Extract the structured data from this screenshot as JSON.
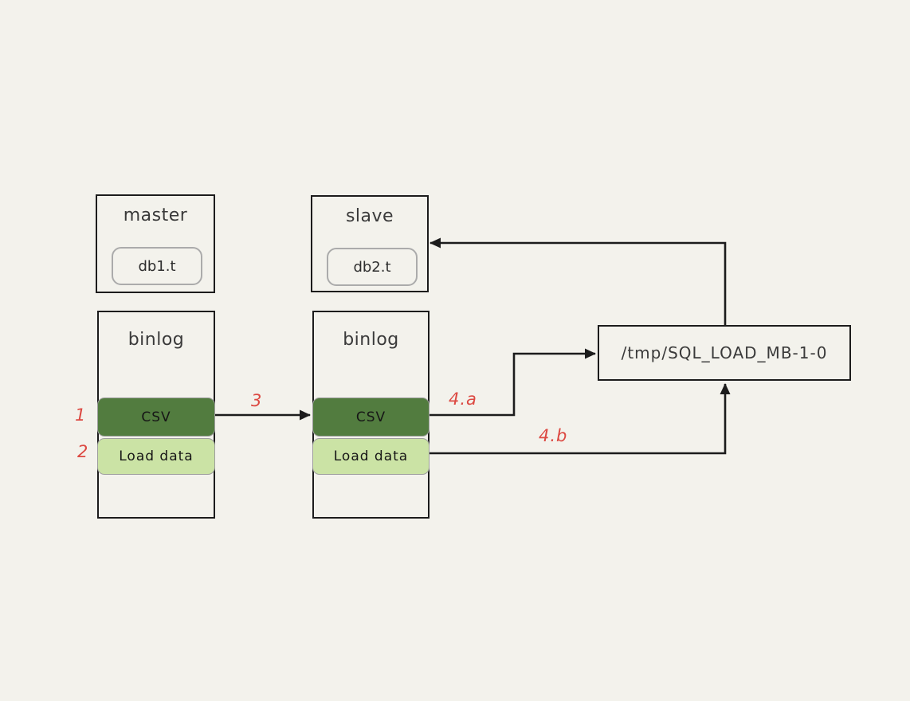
{
  "colors": {
    "background": "#f3f2ec",
    "line": "#1c1c1c",
    "csv_fill": "#527c3f",
    "load_fill": "#cbe3a5",
    "step_red": "#dc4942"
  },
  "nodes": {
    "master": {
      "title": "master",
      "table": "db1.t"
    },
    "slave": {
      "title": "slave",
      "table": "db2.t"
    },
    "master_binlog": {
      "title": "binlog",
      "csv": "CSV",
      "load_data": "Load data"
    },
    "slave_binlog": {
      "title": "binlog",
      "csv": "CSV",
      "load_data": "Load data"
    },
    "tmp_file": {
      "label": "/tmp/SQL_LOAD_MB-1-0"
    }
  },
  "step_labels": {
    "step1": "1",
    "step2": "2",
    "step3": "3",
    "step4a": "4.a",
    "step4b": "4.b"
  }
}
